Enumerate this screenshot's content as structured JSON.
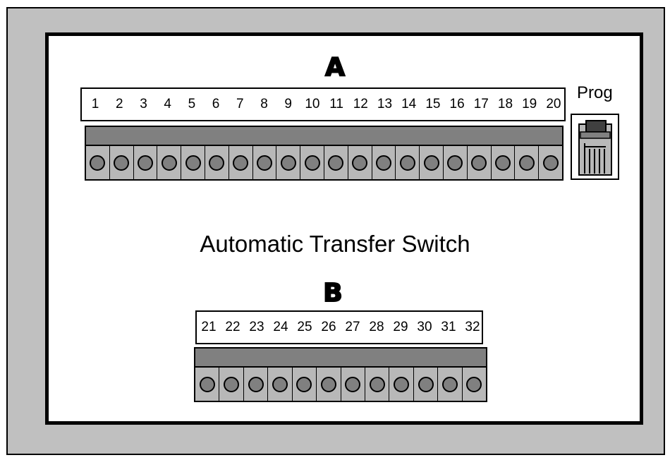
{
  "title": "Automatic Transfer Switch",
  "block_a": {
    "letter": "A",
    "terminals": [
      "1",
      "2",
      "3",
      "4",
      "5",
      "6",
      "7",
      "8",
      "9",
      "10",
      "11",
      "12",
      "13",
      "14",
      "15",
      "16",
      "17",
      "18",
      "19",
      "20"
    ]
  },
  "block_b": {
    "letter": "B",
    "terminals": [
      "21",
      "22",
      "23",
      "24",
      "25",
      "26",
      "27",
      "28",
      "29",
      "30",
      "31",
      "32"
    ]
  },
  "prog": {
    "label": "Prog"
  },
  "colors": {
    "frame": "#c0c0c0",
    "terminal_bar": "#808080",
    "terminal_body": "#b8b8b8",
    "line": "#000000"
  }
}
